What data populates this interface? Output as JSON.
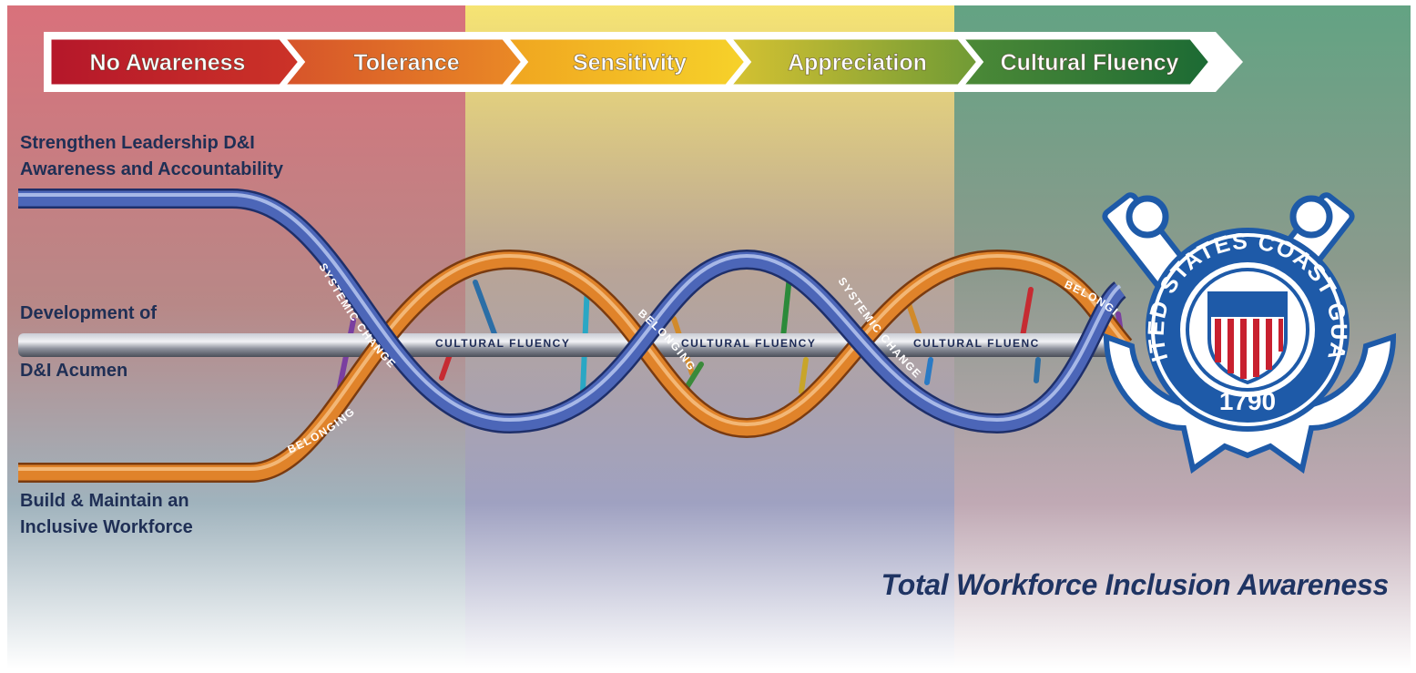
{
  "stages": [
    {
      "label": "No Awareness",
      "color": "#c41f2c"
    },
    {
      "label": "Tolerance",
      "color": "#e4691f"
    },
    {
      "label": "Sensitivity",
      "color": "#f2b81d"
    },
    {
      "label": "Appreciation",
      "color": "#a8a52d"
    },
    {
      "label": "Cultural Fluency",
      "color": "#2a7a3a"
    }
  ],
  "labels": {
    "leadership": [
      "Strengthen Leadership D&I",
      "Awareness and Accountability"
    ],
    "acumen_line1": "Development of",
    "acumen_line2": "D&I Acumen",
    "inclusive": [
      "Build & Maintain an",
      "Inclusive Workforce"
    ]
  },
  "strands": {
    "blue": {
      "color": "#4c66b8",
      "texts": [
        "SYSTEMIC CHANGE",
        "SYSTEMIC CHANGE"
      ]
    },
    "orange": {
      "color": "#e0832a",
      "texts": [
        "BELONGING",
        "BELONGING",
        "BELONGI"
      ]
    },
    "rod": {
      "texts": [
        "CULTURAL FLUENCY",
        "CULTURAL FLUENCY",
        "CULTURAL FLUENC"
      ]
    }
  },
  "seal": {
    "ring_text": "UNITED STATES COAST GUARD",
    "year": "1790",
    "blue": "#1e5aa8",
    "red": "#c8202f"
  },
  "footer_title": "Total Workforce Inclusion Awareness",
  "colors": {
    "zone_red": "#d97a7f",
    "zone_yellow": "#f6e47a",
    "zone_green": "#6fa386",
    "navy_text": "#1f2f55"
  }
}
